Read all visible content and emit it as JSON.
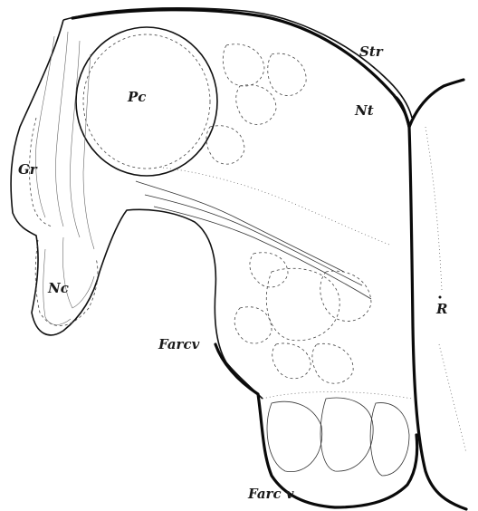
{
  "labels": {
    "str": "Str",
    "pc": "Pc",
    "nt": "Nt",
    "gr": "Gr",
    "nc": "Nc",
    "r": "R",
    "farcv_upper": "Farcv",
    "farcv_lower": "Farc v"
  }
}
